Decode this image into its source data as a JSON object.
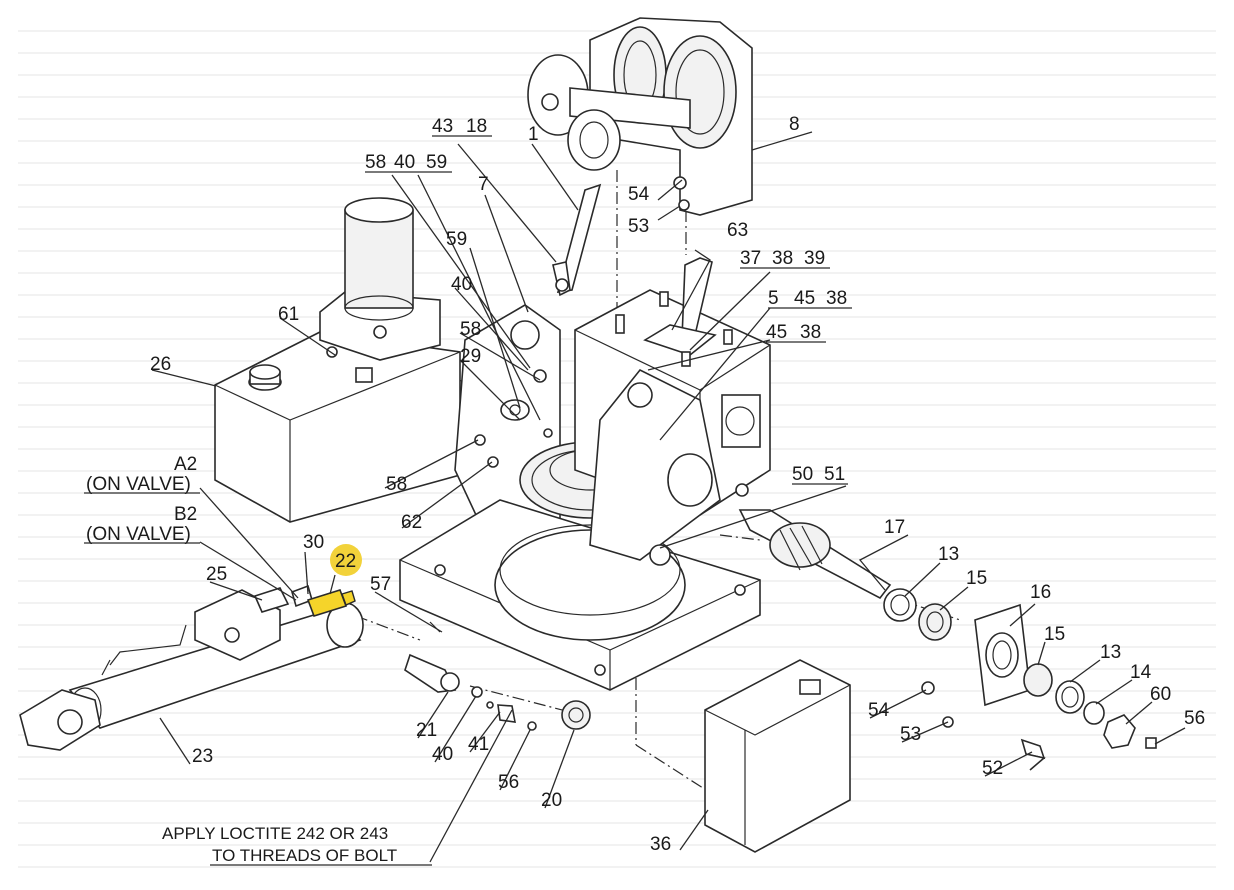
{
  "colors": {
    "highlight": "#f2d23a",
    "highlight_part": "#f5d42a",
    "line": "#2a2a2a"
  },
  "labels": {
    "l1": "1",
    "l43": "43",
    "l18": "18",
    "l8": "8",
    "l58": "58",
    "l40": "40",
    "l59": "59",
    "l7": "7",
    "l54a": "54",
    "l53a": "53",
    "l63": "63",
    "l37": "37",
    "l38a": "38",
    "l39": "39",
    "l5": "5",
    "l45a": "45",
    "l38b": "38",
    "l45b": "45",
    "l38c": "38",
    "l59b": "59",
    "l40b": "40",
    "l58b": "58",
    "l29": "29",
    "l61": "61",
    "l26": "26",
    "l58c": "58",
    "l62": "62",
    "l50": "50",
    "l51": "51",
    "l17": "17",
    "a2": "A2",
    "b2": "B2",
    "on_valve_a": "(ON VALVE)",
    "on_valve_b": "(ON VALVE)",
    "l30": "30",
    "l22": "22",
    "l25": "25",
    "l57": "57",
    "l13a": "13",
    "l15a": "15",
    "l16": "16",
    "l15b": "15",
    "l13b": "13",
    "l14": "14",
    "l60": "60",
    "l56a": "56",
    "l54b": "54",
    "l53b": "53",
    "l52": "52",
    "l21": "21",
    "l40c": "40",
    "l41": "41",
    "l56b": "56",
    "l20": "20",
    "l23": "23",
    "l36": "36"
  },
  "note": {
    "line1": "APPLY LOCTITE 242 OR 243",
    "line2": "TO THREADS OF BOLT"
  }
}
